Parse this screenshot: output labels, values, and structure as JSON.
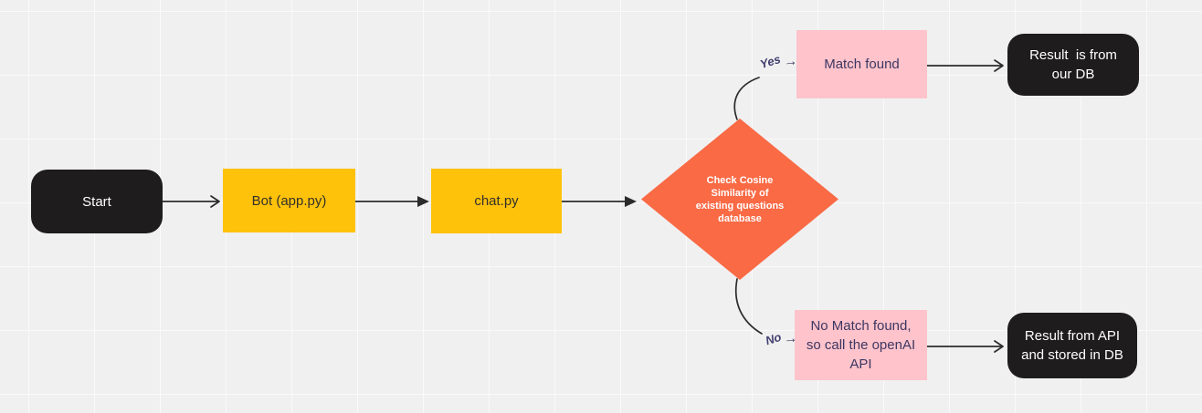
{
  "app": {
    "type": "flowchart-canvas"
  },
  "colors": {
    "canvas_bg": "#f0f0f1",
    "grid_line": "#fafafa",
    "node_black": "#1e1c1c",
    "node_yellow": "#ffc20b",
    "node_orange": "#f96a45",
    "node_pink": "#ffc3cb",
    "text_on_black": "#ffffff",
    "text_on_yellow": "#33302b",
    "text_on_pink": "#3c3762",
    "edge_stroke": "#2b2b2b",
    "branch_label_color": "#44406f"
  },
  "nodes": {
    "start": {
      "label": "Start",
      "shape": "rounded-rect",
      "color": "black"
    },
    "bot": {
      "label": "Bot (app.py)",
      "shape": "rect",
      "color": "yellow"
    },
    "chat": {
      "label": "chat.py",
      "shape": "rect",
      "color": "yellow"
    },
    "decision": {
      "label": "Check Cosine\nSimilarity of\nexisting questions\ndatabase",
      "shape": "diamond",
      "color": "orange"
    },
    "match_found": {
      "label": "Match found",
      "shape": "rect",
      "color": "pink"
    },
    "result_db": {
      "label": "Result  is from\nour DB",
      "shape": "rounded-rect",
      "color": "black"
    },
    "no_match": {
      "label": "No Match found,\nso call the openAI\nAPI",
      "shape": "rect",
      "color": "pink"
    },
    "result_api": {
      "label": "Result from API\nand stored in DB",
      "shape": "rounded-rect",
      "color": "black"
    }
  },
  "edges": {
    "yes": {
      "label": "Yes",
      "arrow": "→"
    },
    "no": {
      "label": "No",
      "arrow": "→"
    }
  }
}
